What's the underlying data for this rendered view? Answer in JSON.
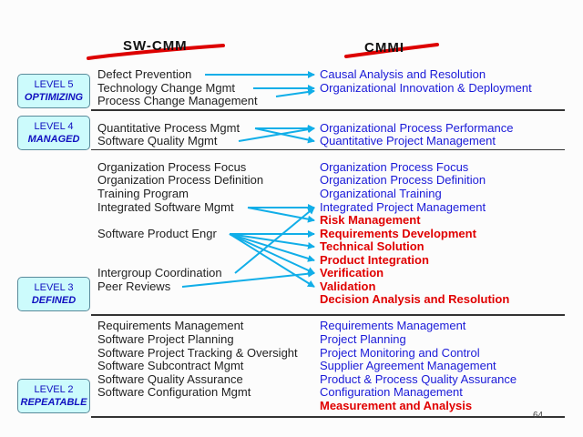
{
  "headers": {
    "left": "SW-CMM",
    "right": "CMMI"
  },
  "levels": [
    {
      "level": "LEVEL 5",
      "name": "OPTIMIZING"
    },
    {
      "level": "LEVEL 4",
      "name": "MANAGED"
    },
    {
      "level": "LEVEL 3",
      "name": "DEFINED"
    },
    {
      "level": "LEVEL 2",
      "name": "REPEATABLE"
    }
  ],
  "sw_cmm": [
    "Defect Prevention",
    "Technology Change Mgmt",
    "Process Change Management",
    "Quantitative Process Mgmt",
    "Software Quality Mgmt",
    "Organization Process Focus",
    "Organization Process Definition",
    "Training Program",
    "Integrated Software Mgmt",
    "Software Product Engr",
    "Intergroup Coordination",
    "Peer Reviews",
    "Requirements Management",
    "Software Project Planning",
    "Software Project Tracking & Oversight",
    "Software Subcontract Mgmt",
    "Software Quality Assurance",
    "Software Configuration Mgmt"
  ],
  "cmmi": [
    {
      "label": "Causal Analysis and Resolution",
      "new": false
    },
    {
      "label": "Organizational Innovation & Deployment",
      "new": false
    },
    {
      "label": "Organizational Process Performance",
      "new": false
    },
    {
      "label": "Quantitative Project Management",
      "new": false
    },
    {
      "label": "Organization Process Focus",
      "new": false
    },
    {
      "label": "Organization Process Definition",
      "new": false
    },
    {
      "label": "Organizational Training",
      "new": false
    },
    {
      "label": "Integrated Project Management",
      "new": false
    },
    {
      "label": "Risk Management",
      "new": true
    },
    {
      "label": "Requirements Development",
      "new": true
    },
    {
      "label": "Technical Solution",
      "new": true
    },
    {
      "label": "Product Integration",
      "new": true
    },
    {
      "label": "Verification",
      "new": true
    },
    {
      "label": "Validation",
      "new": true
    },
    {
      "label": "Decision Analysis and Resolution",
      "new": true
    },
    {
      "label": "Requirements Management",
      "new": false
    },
    {
      "label": "Project Planning",
      "new": false
    },
    {
      "label": "Project Monitoring and Control",
      "new": false
    },
    {
      "label": "Supplier Agreement Management",
      "new": false
    },
    {
      "label": "Product & Process Quality Assurance",
      "new": false
    },
    {
      "label": "Configuration Management",
      "new": false
    },
    {
      "label": "Measurement and Analysis",
      "new": true
    }
  ],
  "colors": {
    "existing": "#1a1ad8",
    "new": "#e00000",
    "arrow": "#11aee8",
    "underline": "#dd0000"
  },
  "page_number": "64"
}
